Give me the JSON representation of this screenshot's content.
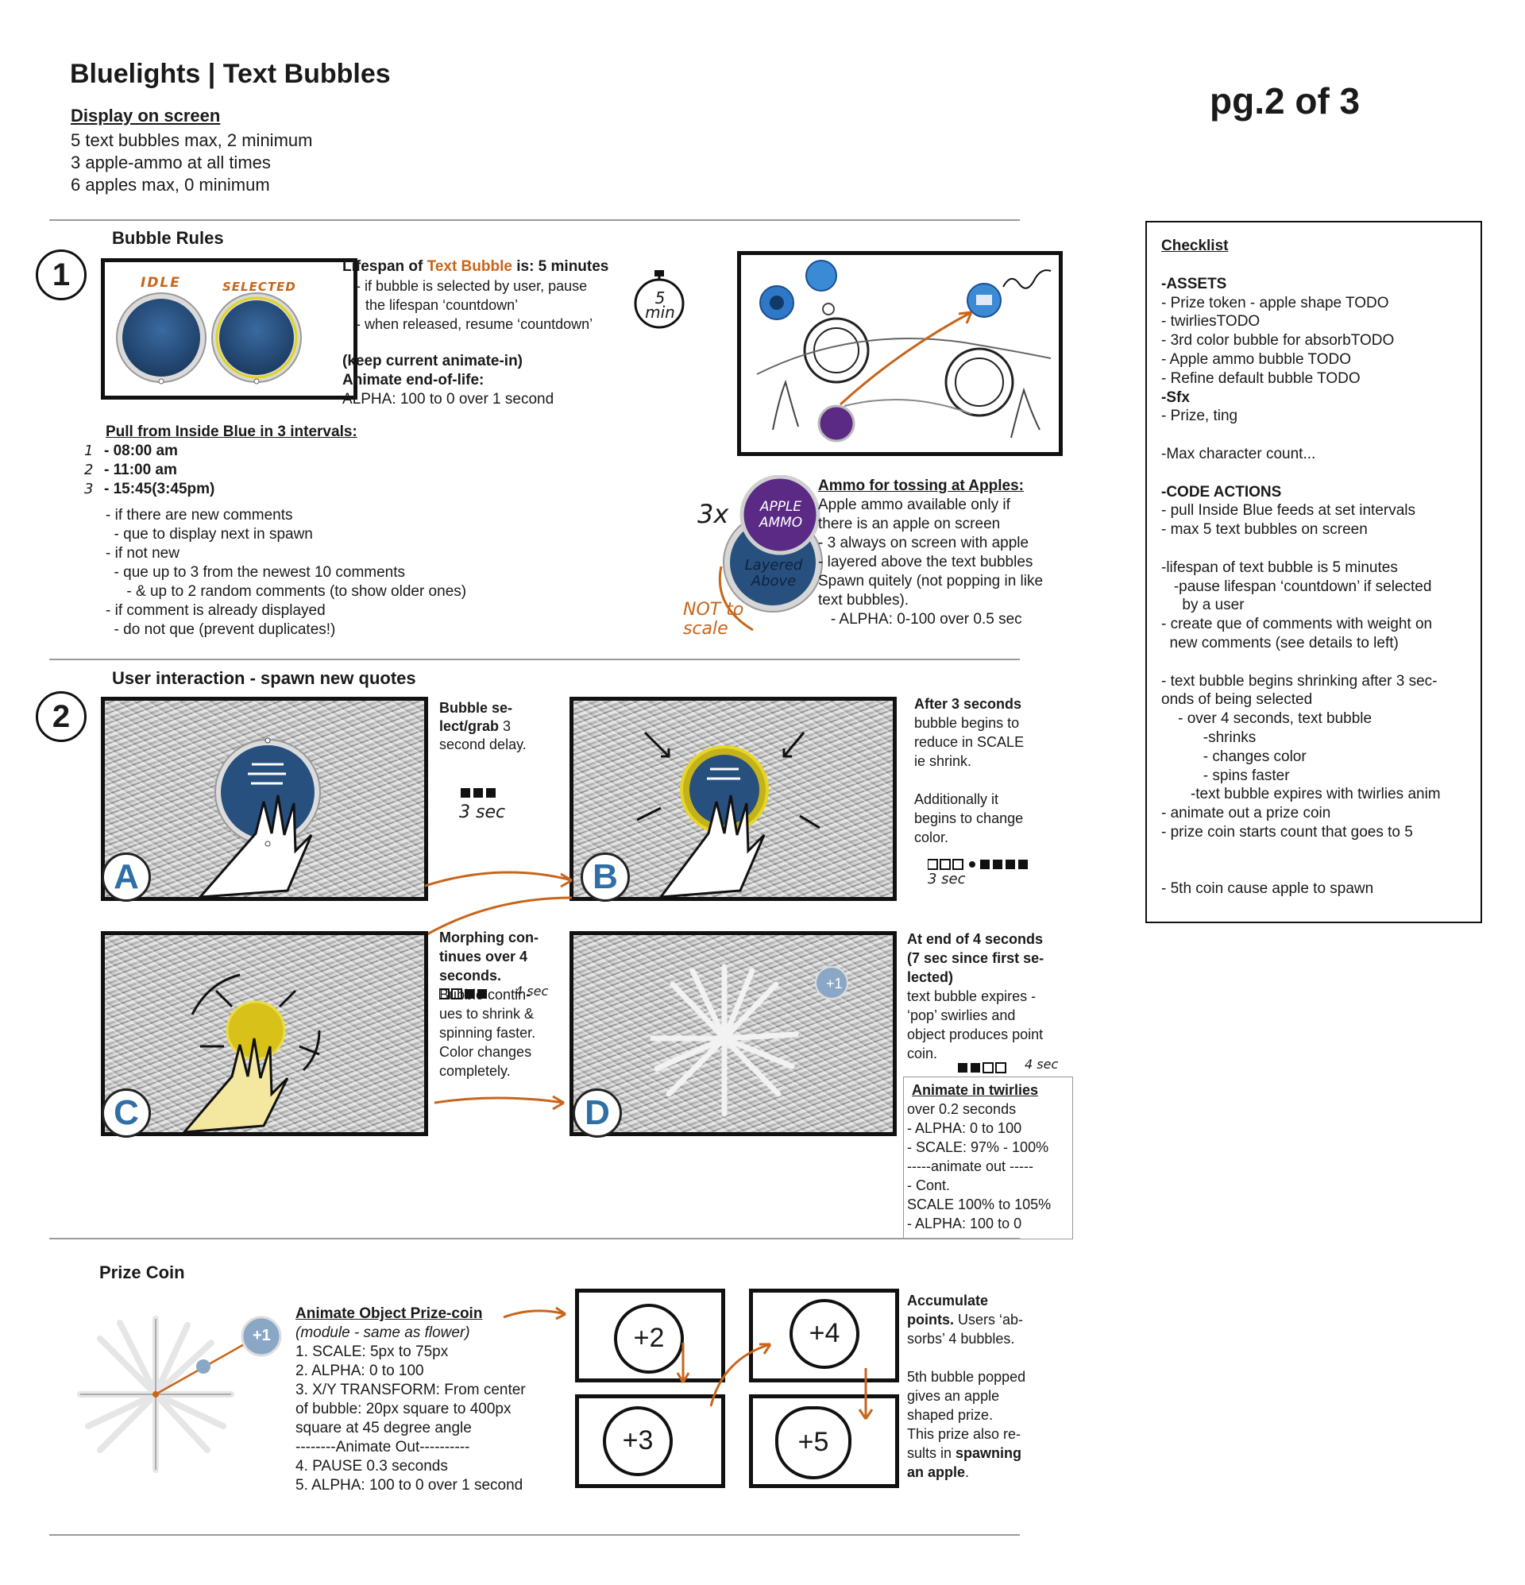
{
  "header": {
    "title": "Bluelights | Text Bubbles",
    "page": "pg.2 of 3",
    "display_heading": "Display on screen",
    "display_lines": [
      "5 text bubbles max, 2 minimum",
      "3 apple-ammo at all times",
      "6 apples max, 0 minimum"
    ]
  },
  "section1": {
    "number": "1",
    "title": "Bubble Rules",
    "idle_label": "IDLE",
    "selected_label": "SELECTED",
    "lifespan_prefix": "Lifespan of ",
    "lifespan_highlight": "Text Bubble",
    "lifespan_suffix": " is: 5 minutes",
    "lifespan_lines": [
      "- if bubble is selected by user, pause",
      "the lifespan ‘countdown’",
      "- when released, resume ‘countdown’"
    ],
    "timer_label": "5 min",
    "keep_animate": "(keep current animate-in)",
    "end_of_life": "Animate end-of-life:",
    "alpha_line": "ALPHA: 100 to 0 over 1 second",
    "pull_heading": "Pull from Inside Blue in 3 intervals:",
    "interval_nums": [
      "1",
      "2",
      "3"
    ],
    "intervals": [
      "- 08:00 am",
      "- 11:00 am",
      "- 15:45(3:45pm)"
    ],
    "rules_lines": [
      "- if there are new comments",
      "  - que to display next in spawn",
      "- if not new",
      "  - que up to 3 from the newest 10 comments",
      "     - & up to 2 random comments (to show older ones)",
      "- if comment is already displayed",
      "  - do not que (prevent duplicates!)"
    ],
    "ammo_badge": "APPLE AMMO",
    "ammo_3x": "3x",
    "layered_label": "Layered Above",
    "not_to_scale": "NOT to scale",
    "ammo_heading": "Ammo for tossing at Apples:",
    "ammo_lines": [
      "Apple ammo available only if",
      "there is an apple on screen",
      "- 3 always on screen with apple",
      "- layered above the text bubbles",
      "",
      "Spawn quitely (not popping in like",
      "text bubbles).",
      "   - ALPHA: 0-100 over 0.5 sec"
    ]
  },
  "section2": {
    "number": "2",
    "title": "User interaction - spawn new quotes",
    "panels": [
      {
        "letter": "A",
        "note_bold": "Bubble se-\nlect/grab",
        "note_rest": " 3\nsecond delay.",
        "hand_note": "3 sec"
      },
      {
        "letter": "B",
        "note_bold": "After 3 seconds",
        "note_rest": "\nbubble begins to\nreduce in SCALE\nie shrink.\n\nAdditionally it\nbegins to change\ncolor.",
        "hand_note": "3 sec"
      },
      {
        "letter": "C",
        "note_bold": "Morphing con-\ntinues over 4\nseconds.",
        "note_rest": "\nBubble contin-\nues to shrink &\nspinning faster.\nColor changes\ncompletely.",
        "hand_note": "4 sec"
      },
      {
        "letter": "D",
        "note_bold": "At end of 4 seconds\n(7 sec since first se-\nlected)",
        "note_rest": "\ntext bubble expires -\n‘pop’ swirlies and\nobject produces point\ncoin.",
        "hand_note": "4 sec"
      }
    ],
    "twirlies_heading": "Animate in twirlies",
    "twirlies_lines": [
      "over 0.2 seconds",
      "- ALPHA: 0 to 100",
      "- SCALE: 97% - 100%",
      "-----animate out -----",
      "- Cont.",
      "SCALE 100% to 105%",
      "- ALPHA: 100 to 0"
    ]
  },
  "section3": {
    "title": "Prize Coin",
    "coin_label": "+1",
    "anim_heading": "Animate Object Prize-coin",
    "anim_sub": "(module - same as flower)",
    "anim_lines": [
      "1. SCALE: 5px to 75px",
      "2. ALPHA: 0 to 100",
      "3. X/Y TRANSFORM: From center",
      "of bubble: 20px square to 400px",
      "square at 45 degree angle",
      "--------Animate Out----------",
      "4. PAUSE 0.3 seconds",
      "5. ALPHA: 100 to 0 over 1 second"
    ],
    "points": [
      "+2",
      "+4",
      "+3",
      "+5"
    ],
    "acc_bold1": "Accumulate\npoints.",
    "acc_rest1": " Users ‘ab-\nsorbs’ 4 bubbles.\n\n5th bubble popped\ngives an apple\nshaped prize.\nThis prize also re-\nsults in ",
    "acc_bold2": "spawning\nan apple",
    "acc_rest2": "."
  },
  "checklist": {
    "title": "Checklist",
    "items": [
      {
        "t": "",
        "b": false
      },
      {
        "t": "-ASSETS",
        "b": true
      },
      {
        "t": "- Prize token - apple shape TODO",
        "b": false
      },
      {
        "t": "- twirliesTODO",
        "b": false
      },
      {
        "t": "- 3rd color bubble for absorbTODO",
        "b": false
      },
      {
        "t": "- Apple ammo bubble TODO",
        "b": false
      },
      {
        "t": "- Refine default bubble TODO",
        "b": false
      },
      {
        "t": "-Sfx",
        "b": true
      },
      {
        "t": "- Prize, ting",
        "b": false
      },
      {
        "t": "",
        "b": false
      },
      {
        "t": "-Max character count...",
        "b": false
      },
      {
        "t": "",
        "b": false
      },
      {
        "t": "-CODE ACTIONS",
        "b": true
      },
      {
        "t": "- pull Inside Blue feeds at set intervals",
        "b": false
      },
      {
        "t": "- max 5 text bubbles on screen",
        "b": false
      },
      {
        "t": "",
        "b": false
      },
      {
        "t": "-lifespan of text bubble is 5 minutes",
        "b": false
      },
      {
        "t": "   -pause lifespan ‘countdown’ if selected",
        "b": false
      },
      {
        "t": "     by a user",
        "b": false
      },
      {
        "t": "- create que of comments with weight on",
        "b": false
      },
      {
        "t": "  new comments (see details to left)",
        "b": false
      },
      {
        "t": "",
        "b": false
      },
      {
        "t": "- text bubble begins shrinking after 3 sec-",
        "b": false
      },
      {
        "t": "onds of being selected",
        "b": false
      },
      {
        "t": "    - over 4 seconds, text bubble",
        "b": false
      },
      {
        "t": "          -shrinks",
        "b": false
      },
      {
        "t": "          - changes color",
        "b": false
      },
      {
        "t": "          - spins faster",
        "b": false
      },
      {
        "t": "       -text bubble expires with twirlies anim",
        "b": false
      },
      {
        "t": "- animate out a prize coin",
        "b": false
      },
      {
        "t": "- prize coin starts count that goes to 5",
        "b": false
      },
      {
        "t": "",
        "b": false
      },
      {
        "t": "",
        "b": false
      },
      {
        "t": "- 5th coin cause apple to spawn",
        "b": false
      }
    ]
  },
  "colors": {
    "orange": "#c8651b",
    "blue_bubble": "#27507e",
    "letter_blue": "#2f6fa5",
    "ammo_purple": "#5a2a84",
    "yellow": "#d8c21a"
  }
}
